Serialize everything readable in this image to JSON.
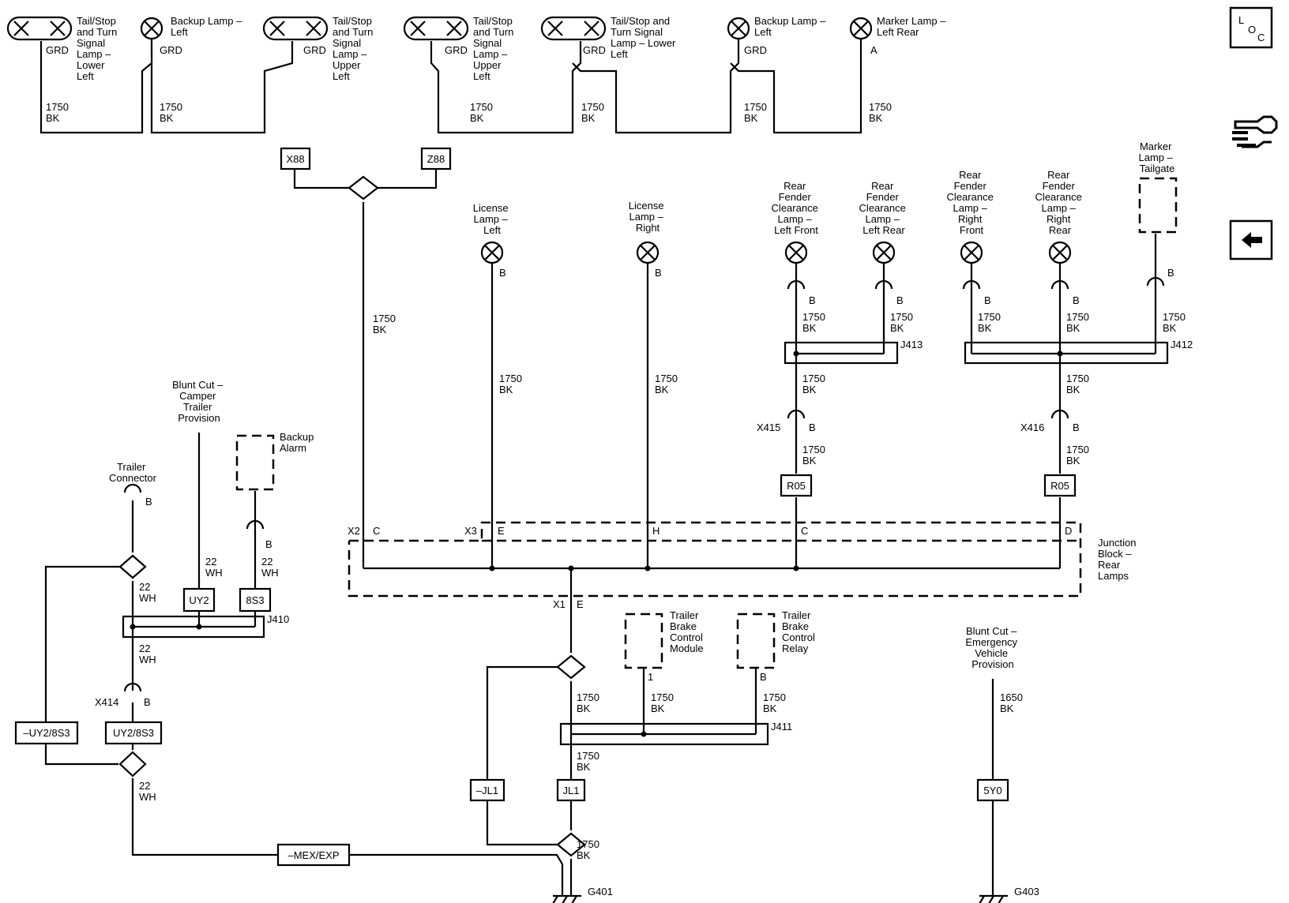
{
  "lamps_top": {
    "tail_lower_left": [
      "Tail/Stop",
      "and Turn",
      "Signal",
      "Lamp –",
      "Lower",
      "Left"
    ],
    "backup_left_1": [
      "Backup Lamp –",
      "Left"
    ],
    "tail_upper_left_1": [
      "Tail/Stop",
      "and Turn",
      "Signal",
      "Lamp –",
      "Upper",
      "Left"
    ],
    "tail_upper_left_2": [
      "Tail/Stop",
      "and Turn",
      "Signal",
      "Lamp –",
      "Upper",
      "Left"
    ],
    "tail_lower_left_2": [
      "Tail/Stop and",
      "Turn Signal",
      "Lamp – Lower",
      "Left"
    ],
    "backup_left_2": [
      "Backup Lamp –",
      "Left"
    ],
    "marker_left_rear": [
      "Marker Lamp –",
      "Left Rear"
    ]
  },
  "lamps_mid": {
    "license_left": [
      "License",
      "Lamp –",
      "Left"
    ],
    "license_right": [
      "License",
      "Lamp –",
      "Right"
    ],
    "rf_left_front": [
      "Rear",
      "Fender",
      "Clearance",
      "Lamp –",
      "Left Front"
    ],
    "rf_left_rear": [
      "Rear",
      "Fender",
      "Clearance",
      "Lamp –",
      "Left Rear"
    ],
    "rf_right_front": [
      "Rear",
      "Fender",
      "Clearance",
      "Lamp –",
      "Right",
      "Front"
    ],
    "rf_right_rear": [
      "Rear",
      "Fender",
      "Clearance",
      "Lamp –",
      "Right",
      "Rear"
    ],
    "marker_tailgate": [
      "Marker",
      "Lamp –",
      "Tailgate"
    ]
  },
  "components": {
    "blunt_cut_camper": [
      "Blunt Cut –",
      "Camper",
      "Trailer",
      "Provision"
    ],
    "backup_alarm": [
      "Backup",
      "Alarm"
    ],
    "trailer_connector": [
      "Trailer",
      "Connector"
    ],
    "junction_block": [
      "Junction",
      "Block –",
      "Rear",
      "Lamps"
    ],
    "trailer_brake_module": [
      "Trailer",
      "Brake",
      "Control",
      "Module"
    ],
    "trailer_brake_relay": [
      "Trailer",
      "Brake",
      "Control",
      "Relay"
    ],
    "blunt_cut_emergency": [
      "Blunt Cut –",
      "Emergency",
      "Vehicle",
      "Provision"
    ]
  },
  "option_boxes": {
    "x88": "X88",
    "z88": "Z88",
    "uy2": "UY2",
    "ss3": "8S3",
    "neg_uy2_8s3": "–UY2/8S3",
    "uy2_8s3": "UY2/8S3",
    "neg_jl1": "–JL1",
    "jl1": "JL1",
    "neg_mex_exp": "–MEX/EXP",
    "r05_a": "R05",
    "r05_b": "R05",
    "5y0": "5Y0"
  },
  "splices": {
    "j410": "J410",
    "j411": "J411",
    "j412": "J412",
    "j413": "J413"
  },
  "grounds": {
    "g401": "G401",
    "g403": "G403"
  },
  "terminals": {
    "grd": "GRD",
    "a": "A",
    "b": "B",
    "c": "C",
    "d": "D",
    "e": "E",
    "h": "H",
    "one": "1"
  },
  "connectors": {
    "x1": "X1",
    "x2": "X2",
    "x3": "X3",
    "x414": "X414",
    "x415": "X415",
    "x416": "X416"
  },
  "wires": {
    "w1750": "1750",
    "w1650": "1650",
    "w22": "22",
    "bk": "BK",
    "wh": "WH"
  },
  "nav": {
    "loc_l": "L",
    "loc_o": "O",
    "loc_c": "C"
  }
}
